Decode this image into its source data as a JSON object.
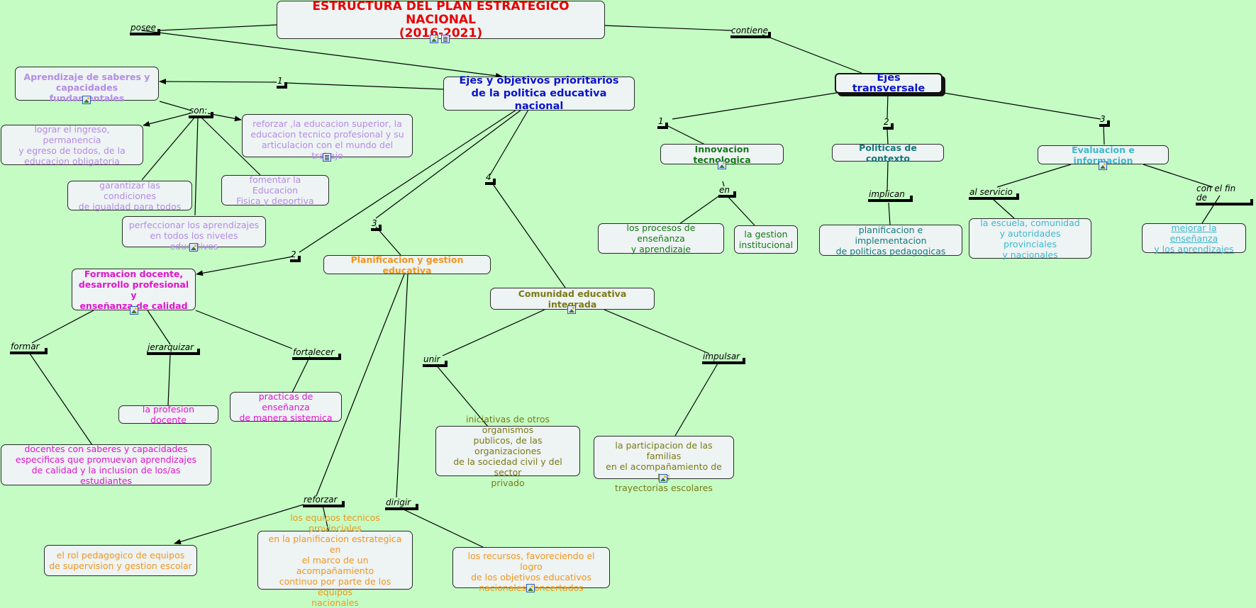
{
  "title": "ESTRUCTURA DEL PLAN ESTRATEGICO NACIONAL\n(2016-2021)",
  "nodes": {
    "ejes_prioritarios": "Ejes y objetivos prioritarios\nde la politica educativa nacional",
    "ejes_transversales": "Ejes transversale",
    "aprendizaje": "Aprendizaje de saberes y\ncapacidades fundamentales",
    "lograr": "lograr el ingreso, permanencia\ny egreso de todos, de la\neducacion obligatoria",
    "reforzar_superior": "reforzar ,la educacion superior, la\neducacion tecnico profesional y su\narticulacion con el mundo del trabajo",
    "garantizar": "garantizar las condiciones\nde igualdad para todos",
    "fomentar": "fomentar la Educacion\nFisica y deportiva",
    "perfeccionar": "perfeccionar los aprendizajes\nen todos los niveles educativos",
    "formacion": "Formacion docente,\ndesarrollo profesional y\nenseñanza de calidad",
    "profesion": "la profesion docente",
    "practicas": "practicas de enseñanza\nde manera sistemica",
    "docentes": "docentes con saberes y capacidades\nespecificas que promuevan aprendizajes\nde calidad y la inclusion de los/as estudiantes",
    "planificacion": "Planificacion y gestion educativa",
    "rol": "el rol pedagogico de equipos\nde supervision y gestion escolar",
    "equipos": "los equipos tecnicos provinciales\nen la planificacion estrategica en\nel marco de un acompañamiento\ncontinuo por parte de los equipos\nnacionales",
    "recursos": "los recursos, favoreciendo el logro\nde los objetivos educativos\nnacionales concertados",
    "comunidad": "Comunidad educativa integrada",
    "iniciativas": "iniciativas de otros organismos\npublicos, de las organizaciones\nde la sociedad civil y del sector\nprivado",
    "participacion": "la participacion de las familias\nen el acompañamiento de las\ntrayectorias escolares",
    "innovacion": "Innovacion tecnologica",
    "procesos": "los procesos de enseñanza\ny aprendizaje",
    "gestion_inst": "la gestion\ninstitucional",
    "politicas": "Politicas de contexto",
    "plan_impl": "planificacion e implementacion\nde politicas pedagogicas",
    "evaluacion": "Evaluacion e informacion",
    "escuela": "la escuela, comunidad\ny autoridades provinciales\ny nacionales",
    "mejorar": "mejorar la enseñanza\ny los aprendizajes"
  },
  "links": {
    "posee": "posee",
    "contiene": "contiene",
    "n1_left": "1",
    "son": "son:",
    "n2": "2",
    "n3": "3",
    "n4": "4",
    "formar": "formar",
    "jerarquizar": "jerarquizar",
    "fortalecer": "fortalecer",
    "reforzar": "reforzar",
    "dirigir": "dirigir",
    "unir": "unir",
    "impulsar": "impulsar",
    "t1": "1",
    "t2": "2",
    "t3": "3",
    "en": "en",
    "implican": "implican",
    "al_servicio": "al servicio",
    "con_el_fin": "con el fin de"
  },
  "colors": {
    "background": "#c4fcc4",
    "title": "#e80000",
    "blue": "#0a14c8",
    "lavender": "#b48ce6",
    "magenta": "#e016cc",
    "orange": "#f0961e",
    "olive": "#7a7a14",
    "dark_green": "#147a14",
    "teal": "#127a78",
    "cyan": "#3cbacc"
  },
  "icons": [
    "image-icon",
    "document-icon"
  ]
}
